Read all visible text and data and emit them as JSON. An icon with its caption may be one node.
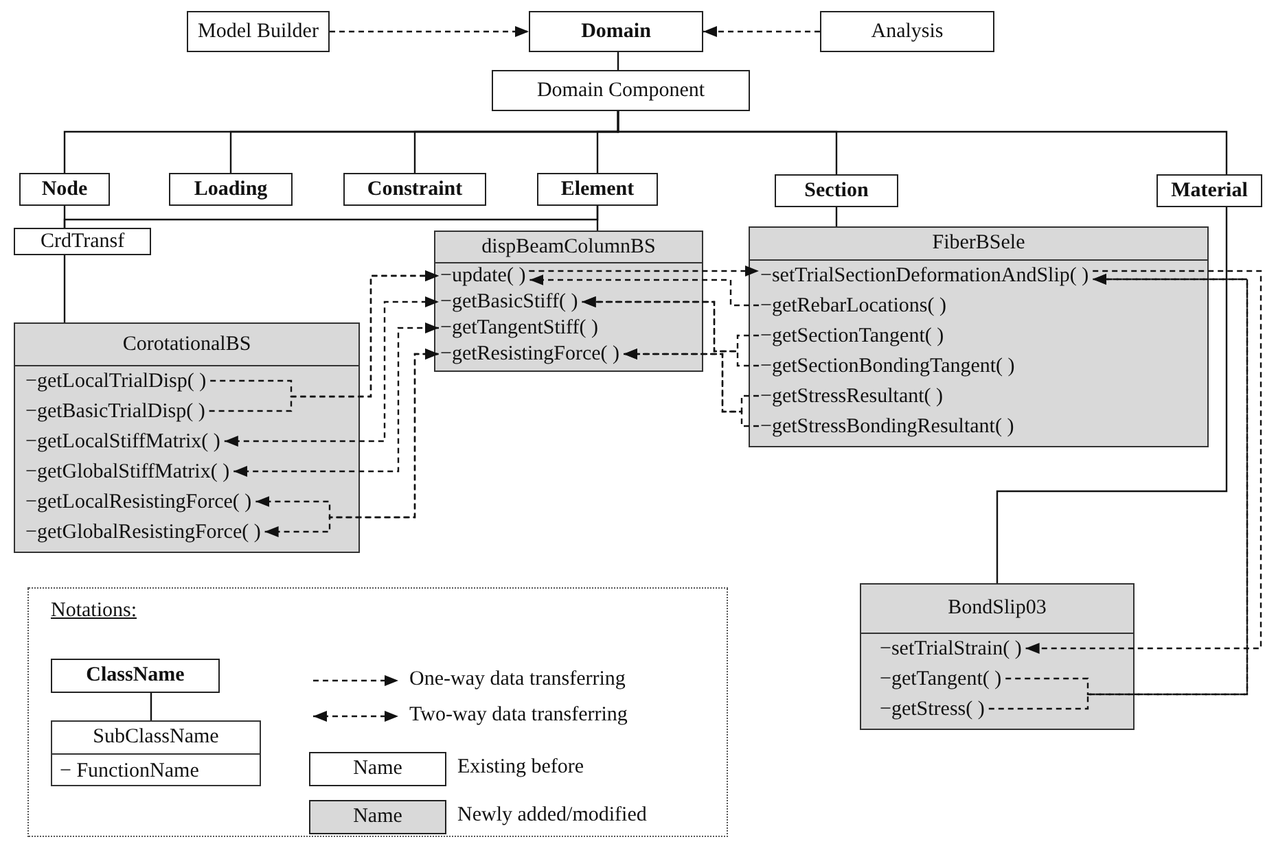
{
  "diagram": {
    "nodes": [
      {
        "text": [
          "Model Builder"
        ]
      },
      {
        "text": [
          "Domain"
        ]
      },
      {
        "text": [
          "Analysis"
        ]
      },
      {
        "text": [
          "Domain Component"
        ]
      },
      {
        "text": [
          "Node"
        ]
      },
      {
        "text": [
          "Loading"
        ]
      },
      {
        "text": [
          "Constraint"
        ]
      },
      {
        "text": [
          "Element"
        ]
      },
      {
        "text": [
          "Section"
        ]
      },
      {
        "text": [
          "Material"
        ]
      },
      {
        "text": [
          "CrdTransf"
        ]
      },
      {
        "text": [
          "dispBeamColumnBS"
        ]
      },
      {
        "text": [
          "−update( )"
        ],
        "in": 11
      },
      {
        "text": [
          "−getBasicStiff( )"
        ],
        "in": 11
      },
      {
        "text": [
          "−getTangentStiff( )"
        ],
        "in": 11
      },
      {
        "text": [
          "−getResistingForce( )"
        ],
        "in": 11
      },
      {
        "text": [
          "FiberBSele"
        ]
      },
      {
        "text": [
          "−setTrialSectionDeformationAndSlip( )"
        ],
        "in": 16
      },
      {
        "text": [
          "−getRebarLocations( )"
        ],
        "in": 16
      },
      {
        "text": [
          "−getSectionTangent( )"
        ],
        "in": 16
      },
      {
        "text": [
          "−getSectionBondingTangent( )"
        ],
        "in": 16
      },
      {
        "text": [
          "−getStressResultant( )"
        ],
        "in": 16
      },
      {
        "text": [
          "−getStressBondingResultant( )"
        ],
        "in": 16
      },
      {
        "text": [
          "CorotationalBS"
        ]
      },
      {
        "text": [
          "−getLocalTrialDisp( )"
        ],
        "in": 23
      },
      {
        "text": [
          "−getBasicTrialDisp( )"
        ],
        "in": 23
      },
      {
        "text": [
          "−getLocalStiffMatrix( )"
        ],
        "in": 23
      },
      {
        "text": [
          "−getGlobalStiffMatrix( )"
        ],
        "in": 23
      },
      {
        "text": [
          "−getLocalResistingForce( )"
        ],
        "in": 23
      },
      {
        "text": [
          "−getGlobalResistingForce( )"
        ],
        "in": 23
      },
      {
        "text": [
          "BondSlip03"
        ]
      },
      {
        "text": [
          "−setTrialStrain( )"
        ],
        "in": 30
      },
      {
        "text": [
          "−getTangent( )"
        ],
        "in": 30
      },
      {
        "text": [
          "−getStress( )"
        ],
        "in": 30
      },
      {
        "text": [
          "Notations:"
        ]
      },
      {
        "text": [
          "ClassName"
        ],
        "in": 34
      },
      {
        "text": [
          "SubClassName"
        ],
        "in": 34
      },
      {
        "text": [
          "−  FunctionName"
        ],
        "in": 36
      }
    ],
    "edges": [
      {
        "from": 0,
        "to": 1,
        "arrow": "to",
        "style": "dashed"
      },
      {
        "from": 2,
        "to": 1,
        "arrow": "to",
        "style": "dashed"
      },
      {
        "from": 1,
        "to": 3,
        "arrow": "none"
      },
      {
        "from": 3,
        "to": 4,
        "arrow": "none"
      },
      {
        "from": 3,
        "to": 5,
        "arrow": "none"
      },
      {
        "from": 3,
        "to": 6,
        "arrow": "none"
      },
      {
        "from": 3,
        "to": 7,
        "arrow": "none"
      },
      {
        "from": 3,
        "to": 8,
        "arrow": "none"
      },
      {
        "from": 3,
        "to": 9,
        "arrow": "none"
      },
      {
        "from": 4,
        "to": 10,
        "arrow": "none"
      },
      {
        "from": 7,
        "to": 10,
        "arrow": "none"
      },
      {
        "from": 7,
        "to": 11,
        "arrow": "none"
      },
      {
        "from": 8,
        "to": 16,
        "arrow": "none"
      },
      {
        "from": 9,
        "to": 30,
        "arrow": "none"
      },
      {
        "from": 10,
        "to": 23,
        "arrow": "none"
      },
      {
        "from": 24,
        "to": 12,
        "arrow": "to",
        "style": "dashed"
      },
      {
        "from": 25,
        "to": 12,
        "arrow": "to",
        "style": "dashed"
      },
      {
        "from": 26,
        "to": 13,
        "arrow": "both",
        "style": "dashed"
      },
      {
        "from": 27,
        "to": 14,
        "arrow": "both",
        "style": "dashed"
      },
      {
        "from": 28,
        "to": 15,
        "arrow": "both",
        "style": "dashed"
      },
      {
        "from": 29,
        "to": 15,
        "arrow": "both",
        "style": "dashed"
      },
      {
        "from": 12,
        "to": 17,
        "arrow": "to",
        "style": "dashed"
      },
      {
        "from": 18,
        "to": 12,
        "arrow": "to",
        "style": "dashed"
      },
      {
        "from": 19,
        "to": 13,
        "arrow": "to",
        "style": "dashed"
      },
      {
        "from": 20,
        "to": 13,
        "arrow": "to",
        "style": "dashed"
      },
      {
        "from": 21,
        "to": 15,
        "arrow": "to",
        "style": "dashed"
      },
      {
        "from": 22,
        "to": 15,
        "arrow": "to",
        "style": "dashed"
      },
      {
        "from": 17,
        "to": 31,
        "arrow": "to",
        "style": "dashed"
      },
      {
        "from": 32,
        "to": 17,
        "arrow": "to",
        "style": "dashed"
      },
      {
        "from": 33,
        "to": 17,
        "arrow": "to",
        "style": "dashed"
      },
      {
        "from": 35,
        "to": 36,
        "arrow": "none"
      }
    ],
    "labels": [
      "Name",
      "Name"
    ],
    "legend": [
      {
        "text": "One-way data transferring"
      },
      {
        "text": "Two-way data transferring"
      },
      {
        "text": "Existing before",
        "color": "#ffffff"
      },
      {
        "text": "Newly added/modified",
        "color": "#d9d9d9"
      }
    ]
  }
}
